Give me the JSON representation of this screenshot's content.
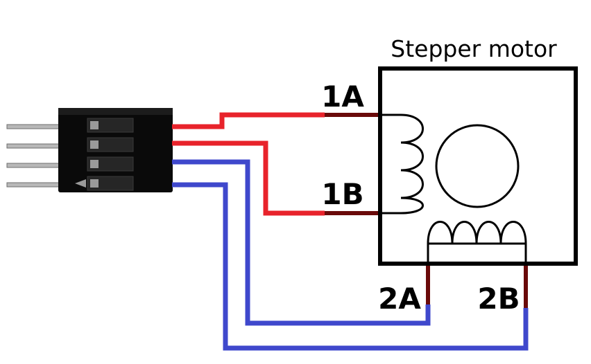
{
  "motor": {
    "title": "Stepper motor"
  },
  "pins": {
    "a1": "1A",
    "b1": "1B",
    "a2": "2A",
    "b2": "2B"
  },
  "colors": {
    "coil1_wire": "#e8232b",
    "coil2_wire": "#3f48cc",
    "lead": "#6a0a0a",
    "outline": "#000000",
    "connector_body": "#0a0a0a",
    "connector_pin": "#b8b8b8"
  }
}
